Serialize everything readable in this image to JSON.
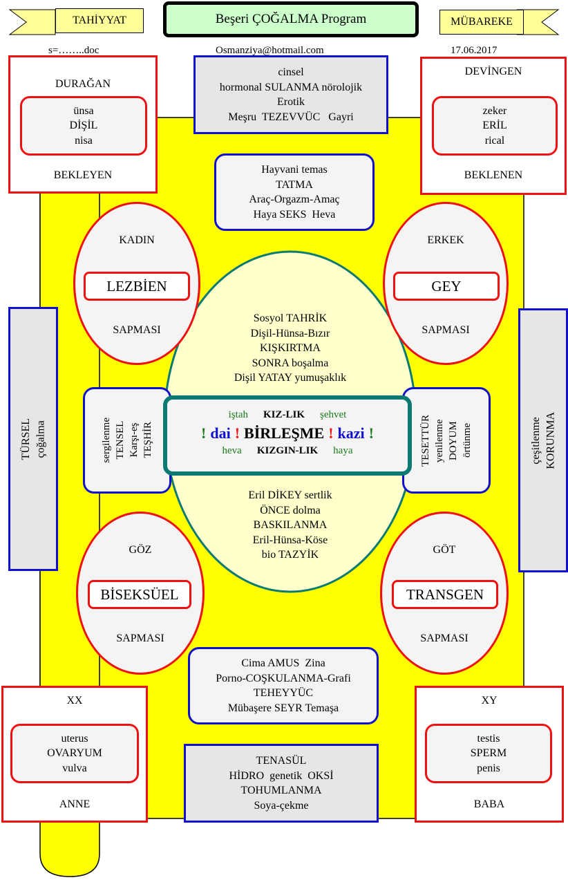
{
  "header": {
    "left_banner": "TAHİYYAT",
    "title": "Beşeri ÇOĞALMA Program",
    "right_banner": "MÜBAREKE",
    "file": "s=……..doc",
    "email": "Osmanziya@hotmail.com",
    "date": "17.06.2017"
  },
  "top_left": {
    "top": "DURAĞAN",
    "inner": [
      "ünsa",
      "DİŞİL",
      "nisa"
    ],
    "bottom": "BEKLEYEN"
  },
  "top_right": {
    "top": "DEVİNGEN",
    "inner": [
      "zeker",
      "ERİL",
      "rical"
    ],
    "bottom": "BEKLENEN"
  },
  "top_center": [
    "cinsel",
    "hormonal SULANMA nörolojik",
    "Erotik",
    "Meşru  TEZEVVÜC   Gayri"
  ],
  "upper_center": [
    "Hayvani temas",
    "TATMA",
    "Araç-Orgazm-Amaç",
    "Haya SEKS  Heva"
  ],
  "ellipse_tl": {
    "top": "KADIN",
    "label": "LEZBİEN",
    "bottom": "SAPMASI"
  },
  "ellipse_tr": {
    "top": "ERKEK",
    "label": "GEY",
    "bottom": "SAPMASI"
  },
  "ellipse_bl": {
    "top": "GÖZ",
    "label": "BİSEKSÜEL",
    "bottom": "SAPMASI"
  },
  "ellipse_br": {
    "top": "GÖT",
    "label": "TRANSGEN",
    "bottom": "SAPMASI"
  },
  "center_upper": [
    "Sosyol TAHRİK",
    "Dişil-Hünsa-Bızır",
    "KIŞKIRTMA",
    "SONRA boşalma",
    "Dişil YATAY yumuşaklık"
  ],
  "center_lower": [
    "Eril DİKEY sertlik",
    "ÖNCE dolma",
    "BASKILANMA",
    "Eril-Hünsa-Köse",
    "bio TAZYİK"
  ],
  "core": {
    "row1": {
      "left": "iştah",
      "mid": "KIZ-LIK",
      "right": "şehvet"
    },
    "row2": {
      "excl": "!",
      "left": "dai",
      "mid": "BİRLEŞME",
      "right": "kazi"
    },
    "row3": {
      "left": "heva",
      "mid": "KIZGIN-LIK",
      "right": "haya"
    }
  },
  "mid_left": [
    "sergilenme",
    "TENSEL",
    "Karşı-eş",
    "TEŞHİR"
  ],
  "mid_right": [
    "TESETTÜR",
    "yenilenme",
    "DOYUM",
    "örtünme"
  ],
  "far_left": [
    "TÜRSEL",
    "çoğalma"
  ],
  "far_right": [
    "çeşitlenme",
    "KORUNMA"
  ],
  "lower_center": [
    "Cima AMUS  Zina",
    "Porno-COŞKULANMA-Grafi",
    "TEHEYYÜC",
    "Mübaşere SEYR Temaşa"
  ],
  "bottom_left": {
    "top": "XX",
    "inner": [
      "uterus",
      "OVARYUM",
      "vulva"
    ],
    "bottom": "ANNE"
  },
  "bottom_right": {
    "top": "XY",
    "inner": [
      "testis",
      "SPERM",
      "penis"
    ],
    "bottom": "BABA"
  },
  "bottom_center": [
    "TENASÜL",
    "HİDRO  genetik  OKSİ",
    "TOHUMLANMA",
    "Soya-çekme"
  ],
  "colors": {
    "background_fill": "#ffff00",
    "red": "#ee1111",
    "blue": "#1111cc",
    "teal": "#0b7a72",
    "green": "#1a7a1a",
    "title_fill": "#ccffcc",
    "grey": "#e6e6e6"
  }
}
